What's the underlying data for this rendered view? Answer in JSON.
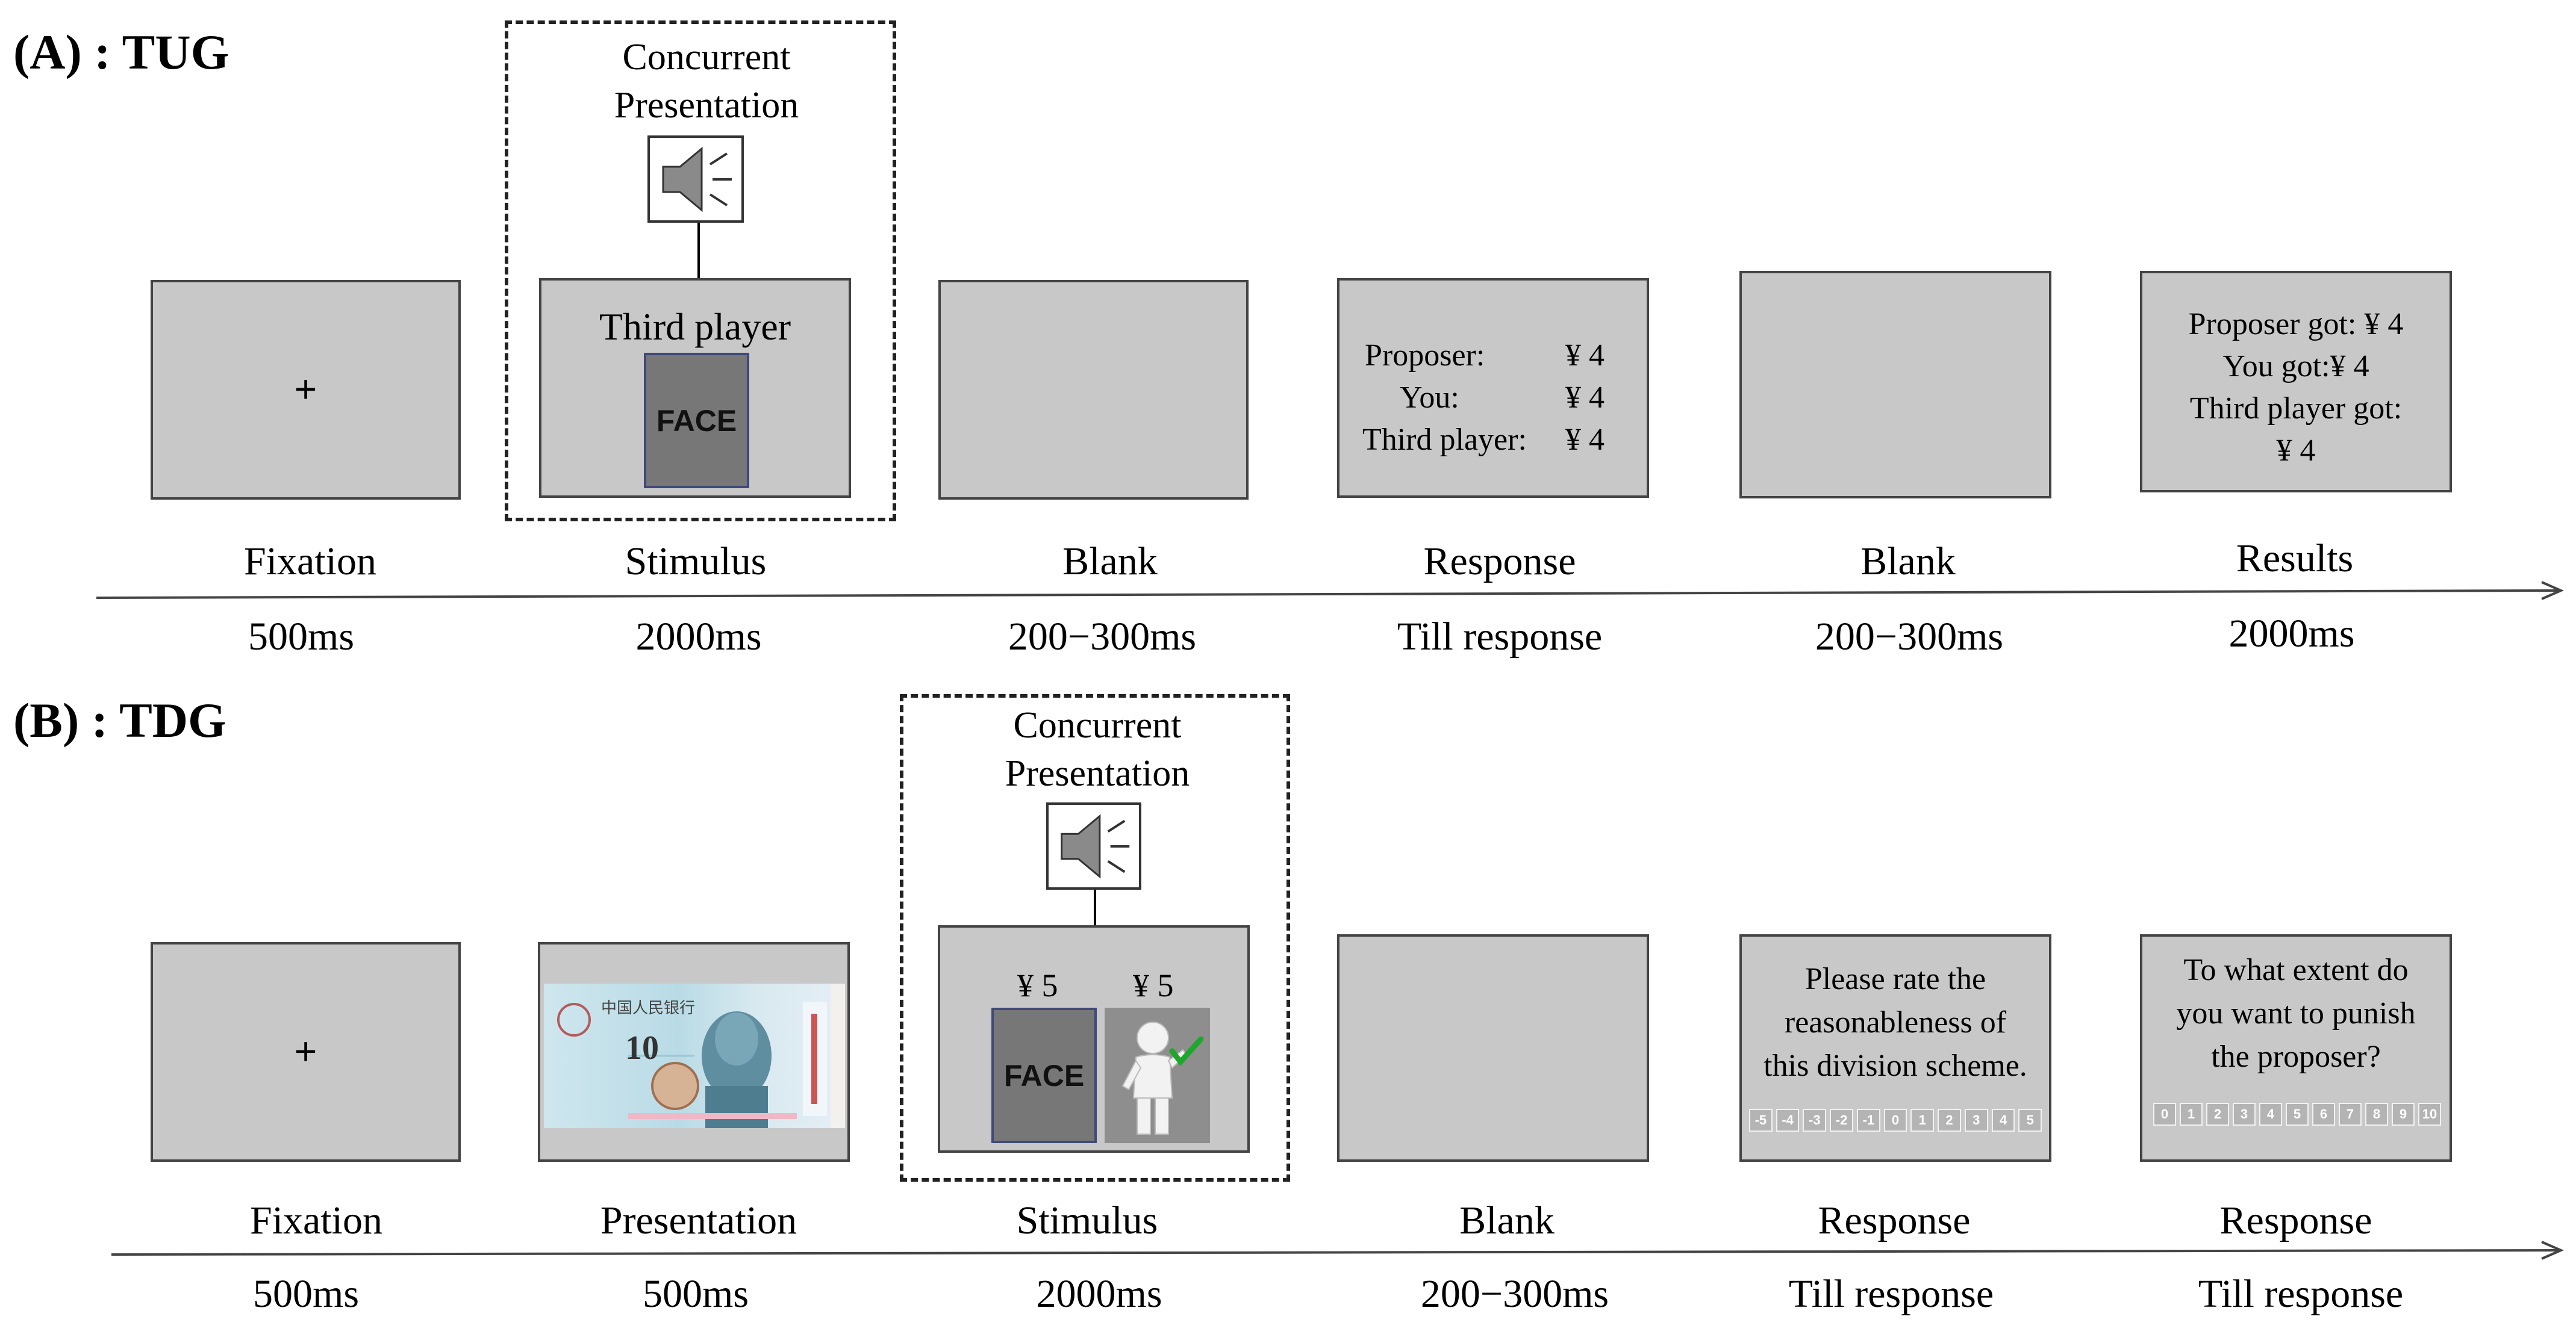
{
  "panel_a": {
    "title": "(A) : TUG",
    "concurrent": [
      "Concurrent",
      "Presentation"
    ],
    "stimulus_caption": "Third player",
    "face": "FACE",
    "fixation_symbol": "+",
    "response_rows": [
      {
        "label": "Proposer:",
        "value": "¥ 4"
      },
      {
        "label": "You:",
        "value": "¥ 4"
      },
      {
        "label": "Third player:",
        "value": "¥ 4"
      }
    ],
    "results_lines": [
      "Proposer got:  ¥ 4",
      "You got:¥ 4",
      "Third player got:",
      "¥ 4"
    ],
    "stages": [
      {
        "name": "Fixation",
        "time": "500ms"
      },
      {
        "name": "Stimulus",
        "time": "2000ms"
      },
      {
        "name": "Blank",
        "time": "200−300ms"
      },
      {
        "name": "Response",
        "time": "Till response"
      },
      {
        "name": "Blank",
        "time": "200−300ms"
      },
      {
        "name": "Results",
        "time": "2000ms"
      }
    ]
  },
  "panel_b": {
    "title": "(B) : TDG",
    "concurrent": [
      "Concurrent",
      "Presentation"
    ],
    "fixation_symbol": "+",
    "amount_left": "¥ 5",
    "amount_right": "¥ 5",
    "face": "FACE",
    "banknote": {
      "header": "中国人民银行",
      "value": "10"
    },
    "rating_lines": [
      "Please rate the",
      "reasonableness of",
      "this division scheme."
    ],
    "rating_scale": [
      "-5",
      "-4",
      "-3",
      "-2",
      "-1",
      "0",
      "1",
      "2",
      "3",
      "4",
      "5"
    ],
    "punish_lines": [
      "To what extent do",
      "you want to punish",
      "the proposer?"
    ],
    "punish_scale": [
      "0",
      "1",
      "2",
      "3",
      "4",
      "5",
      "6",
      "7",
      "8",
      "9",
      "10"
    ],
    "stages": [
      {
        "name": "Fixation",
        "time": "500ms"
      },
      {
        "name": "Presentation",
        "time": "500ms"
      },
      {
        "name": "Stimulus",
        "time": "2000ms"
      },
      {
        "name": "Blank",
        "time": "200−300ms"
      },
      {
        "name": "Response",
        "time": "Till response"
      },
      {
        "name": "Response",
        "time": "Till response"
      }
    ]
  }
}
